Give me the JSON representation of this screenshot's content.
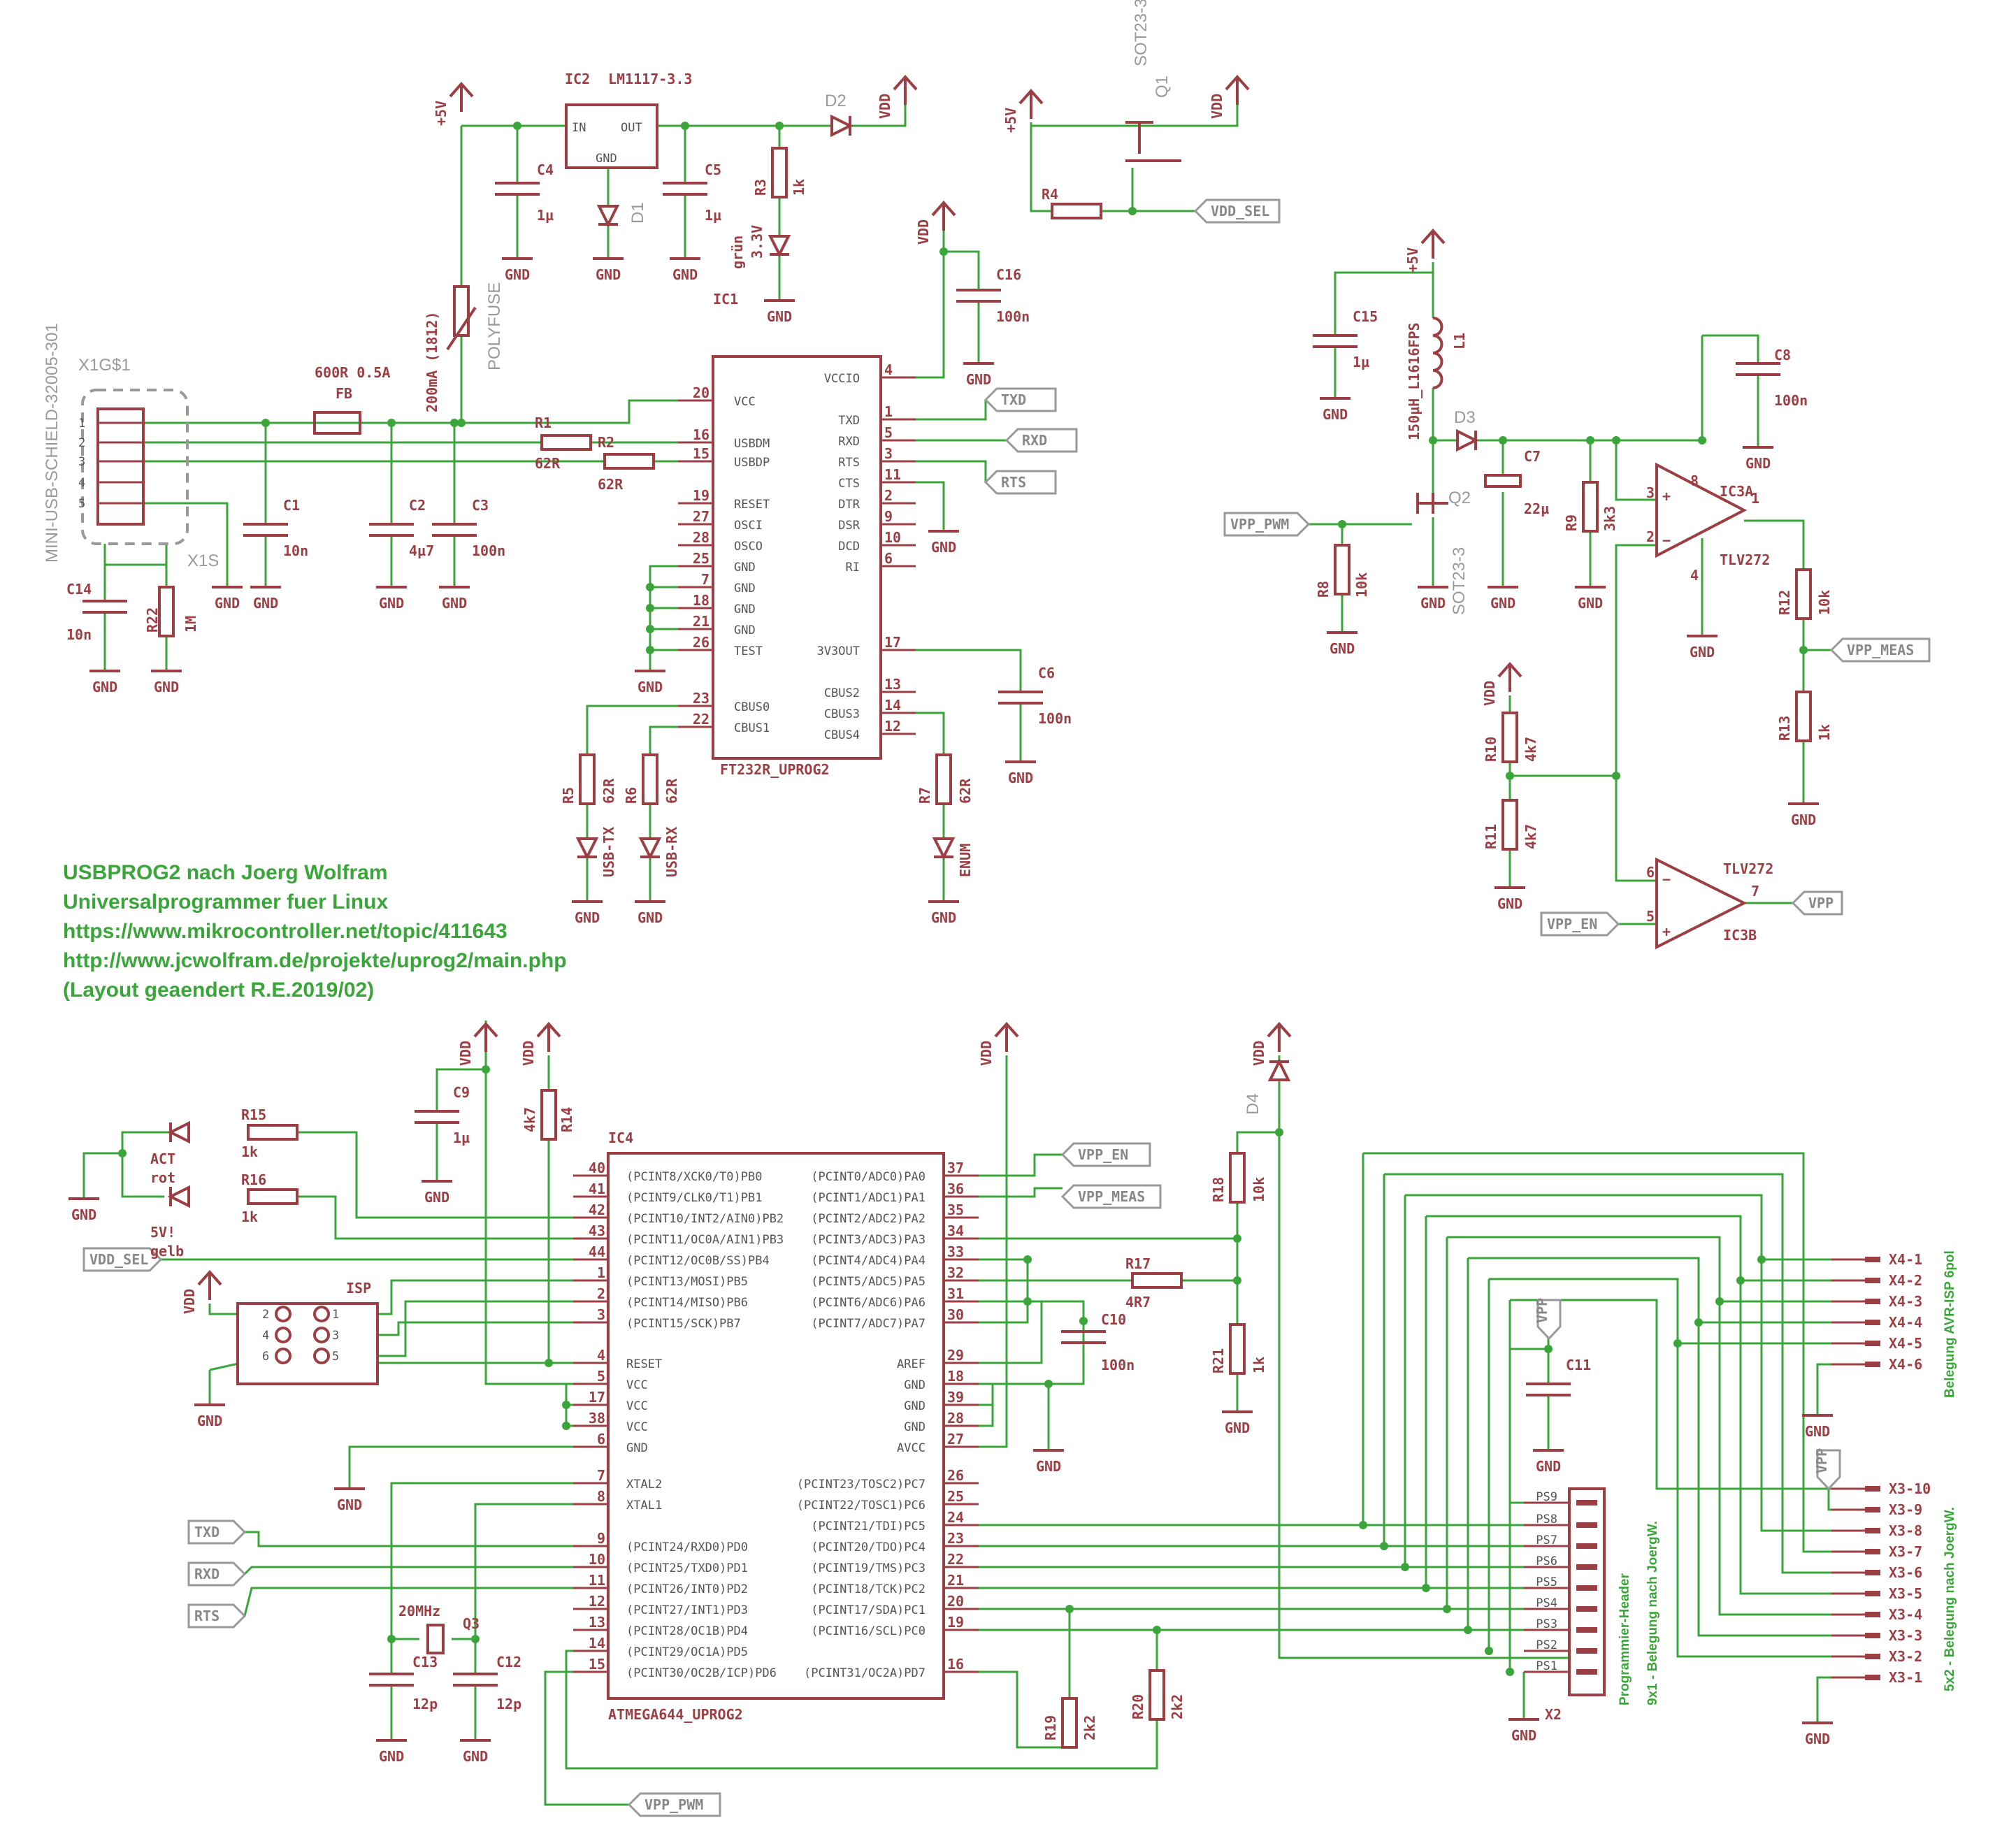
{
  "notes": {
    "line1": "USBPROG2 nach Joerg Wolfram",
    "line2": "Universalprogrammer fuer Linux",
    "line3": "https://www.mikrocontroller.net/topic/411643",
    "line4": "http://www.jcwolfram.de/projekte/uprog2/main.php",
    "line5": "(Layout geaendert R.E.2019/02)"
  },
  "usb": {
    "name": "MINI-USB-SCHIELD-32005-301",
    "ref": "X1G$1",
    "shield": "X1S",
    "pins": [
      "1",
      "2",
      "3",
      "4",
      "5"
    ]
  },
  "ics": {
    "ic1": {
      "ref": "IC1",
      "part": "FT232R_UPROG2",
      "left_pins": [
        [
          "20",
          "VCC"
        ],
        [
          "16",
          "USBDM"
        ],
        [
          "15",
          "USBDP"
        ],
        [
          "19",
          "RESET"
        ],
        [
          "27",
          "OSCI"
        ],
        [
          "28",
          "OSCO"
        ],
        [
          "25",
          "GND"
        ],
        [
          "7",
          "GND"
        ],
        [
          "18",
          "GND"
        ],
        [
          "21",
          "GND"
        ],
        [
          "26",
          "TEST"
        ],
        [
          "23",
          "CBUS0"
        ],
        [
          "22",
          "CBUS1"
        ]
      ],
      "right_pins": [
        [
          "4",
          "VCCIO"
        ],
        [
          "1",
          "TXD"
        ],
        [
          "5",
          "RXD"
        ],
        [
          "3",
          "RTS"
        ],
        [
          "11",
          "CTS"
        ],
        [
          "2",
          "DTR"
        ],
        [
          "9",
          "DSR"
        ],
        [
          "10",
          "DCD"
        ],
        [
          "6",
          "RI"
        ],
        [
          "17",
          "3V3OUT"
        ],
        [
          "13",
          "CBUS2"
        ],
        [
          "14",
          "CBUS3"
        ],
        [
          "12",
          "CBUS4"
        ]
      ]
    },
    "ic2": {
      "ref": "IC2",
      "part": "LM1117-3.3",
      "in": "IN",
      "out": "OUT",
      "gnd": "GND"
    },
    "ic3a": {
      "ref": "IC3A",
      "part": "TLV272",
      "pins": [
        "3",
        "2",
        "1",
        "8",
        "4"
      ]
    },
    "ic3b": {
      "ref": "IC3B",
      "part": "TLV272",
      "pins": [
        "6",
        "5",
        "7"
      ]
    },
    "ic4": {
      "ref": "IC4",
      "part": "ATMEGA644_UPROG2",
      "left_pins": [
        [
          "40",
          "(PCINT8/XCK0/T0)PB0"
        ],
        [
          "41",
          "(PCINT9/CLK0/T1)PB1"
        ],
        [
          "42",
          "(PCINT10/INT2/AIN0)PB2"
        ],
        [
          "43",
          "(PCINT11/OC0A/AIN1)PB3"
        ],
        [
          "44",
          "(PCINT12/OC0B/SS)PB4"
        ],
        [
          "1",
          "(PCINT13/MOSI)PB5"
        ],
        [
          "2",
          "(PCINT14/MISO)PB6"
        ],
        [
          "3",
          "(PCINT15/SCK)PB7"
        ],
        [
          "4",
          "RESET"
        ],
        [
          "5",
          "VCC"
        ],
        [
          "17",
          "VCC"
        ],
        [
          "38",
          "VCC"
        ],
        [
          "6",
          "GND"
        ],
        [
          "7",
          "XTAL2"
        ],
        [
          "8",
          "XTAL1"
        ],
        [
          "9",
          "(PCINT24/RXD0)PD0"
        ],
        [
          "10",
          "(PCINT25/TXD0)PD1"
        ],
        [
          "11",
          "(PCINT26/INT0)PD2"
        ],
        [
          "12",
          "(PCINT27/INT1)PD3"
        ],
        [
          "13",
          "(PCINT28/OC1B)PD4"
        ],
        [
          "14",
          "(PCINT29/OC1A)PD5"
        ],
        [
          "15",
          "(PCINT30/OC2B/ICP)PD6"
        ]
      ],
      "right_pins": [
        [
          "37",
          "(PCINT0/ADC0)PA0"
        ],
        [
          "36",
          "(PCINT1/ADC1)PA1"
        ],
        [
          "35",
          "(PCINT2/ADC2)PA2"
        ],
        [
          "34",
          "(PCINT3/ADC3)PA3"
        ],
        [
          "33",
          "(PCINT4/ADC4)PA4"
        ],
        [
          "32",
          "(PCINT5/ADC5)PA5"
        ],
        [
          "31",
          "(PCINT6/ADC6)PA6"
        ],
        [
          "30",
          "(PCINT7/ADC7)PA7"
        ],
        [
          "29",
          "AREF"
        ],
        [
          "18",
          "GND"
        ],
        [
          "39",
          "GND"
        ],
        [
          "28",
          "GND"
        ],
        [
          "27",
          "AVCC"
        ],
        [
          "26",
          "(PCINT23/TOSC2)PC7"
        ],
        [
          "25",
          "(PCINT22/TOSC1)PC6"
        ],
        [
          "24",
          "(PCINT21/TDI)PC5"
        ],
        [
          "23",
          "(PCINT20/TDO)PC4"
        ],
        [
          "22",
          "(PCINT19/TMS)PC3"
        ],
        [
          "21",
          "(PCINT18/TCK)PC2"
        ],
        [
          "20",
          "(PCINT17/SDA)PC1"
        ],
        [
          "19",
          "(PCINT16/SCL)PC0"
        ],
        [
          "16",
          "(PCINT31/OC2A)PD7"
        ]
      ]
    }
  },
  "parts": {
    "c1": [
      "C1",
      "10n"
    ],
    "c2": [
      "C2",
      "4µ7"
    ],
    "c3": [
      "C3",
      "100n"
    ],
    "c4": [
      "C4",
      "1µ"
    ],
    "c5": [
      "C5",
      "1µ"
    ],
    "c6": [
      "C6",
      "100n"
    ],
    "c7": [
      "C7",
      "22µ"
    ],
    "c8": [
      "C8",
      "100n"
    ],
    "c9": [
      "C9",
      "1µ"
    ],
    "c10": [
      "C10",
      "100n"
    ],
    "c11": [
      "C11",
      ""
    ],
    "c12": [
      "C12",
      "12p"
    ],
    "c13": [
      "C13",
      "12p"
    ],
    "c14": [
      "C14",
      "10n"
    ],
    "c15": [
      "C15",
      "1µ"
    ],
    "c16": [
      "C16",
      "100n"
    ],
    "r1": [
      "R1",
      "62R"
    ],
    "r2": [
      "R2",
      "62R"
    ],
    "r3": [
      "R3",
      "1k"
    ],
    "r4": [
      "R4",
      ""
    ],
    "r5": [
      "R5",
      "62R"
    ],
    "r6": [
      "R6",
      "62R"
    ],
    "r7": [
      "R7",
      "62R"
    ],
    "r8": [
      "R8",
      "10k"
    ],
    "r9": [
      "R9",
      "3k3"
    ],
    "r10": [
      "R10",
      "4k7"
    ],
    "r11": [
      "R11",
      "4k7"
    ],
    "r12": [
      "R12",
      "10k"
    ],
    "r13": [
      "R13",
      "1k"
    ],
    "r14": [
      "R14",
      "4k7"
    ],
    "r15": [
      "R15",
      "1k"
    ],
    "r16": [
      "R16",
      "1k"
    ],
    "r17": [
      "R17",
      "4R7"
    ],
    "r18": [
      "R18",
      "10k"
    ],
    "r19": [
      "R19",
      "2k2"
    ],
    "r20": [
      "R20",
      "2k2"
    ],
    "r21": [
      "R21",
      "1k"
    ],
    "r22": [
      "R22",
      "1M"
    ],
    "fb": [
      "600R 0.5A",
      "FB"
    ],
    "polyfuse": [
      "200mA (1812)",
      "POLYFUSE"
    ],
    "l1": [
      "L1",
      "150µH_L1616FPS"
    ],
    "d1": "D1",
    "d2": "D2",
    "d3": "D3",
    "d4": "D4",
    "q1": [
      "Q1",
      "SOT23-3"
    ],
    "q2": [
      "Q2",
      "SOT23-3"
    ],
    "q3": [
      "Q3",
      "20MHz"
    ],
    "led_grn": [
      "grün",
      "3.3V"
    ],
    "led_tx": "USB-TX",
    "led_rx": "USB-RX",
    "led_enum": "ENUM",
    "led_act": [
      "ACT",
      "rot"
    ],
    "led_5v": [
      "5V!",
      "gelb"
    ],
    "isp": "ISP",
    "isp_pins": [
      "2",
      "1",
      "4",
      "3",
      "6",
      "5"
    ]
  },
  "supplies": {
    "vdd": "VDD",
    "v5": "+5V",
    "gnd": "GND",
    "vpp": "VPP"
  },
  "nets": {
    "vdd_sel": "VDD_SEL",
    "txd": "TXD",
    "rxd": "RXD",
    "rts": "RTS",
    "vpp_pwm": "VPP_PWM",
    "vpp_meas": "VPP_MEAS",
    "vpp_en": "VPP_EN",
    "vpp": "VPP"
  },
  "x4": {
    "pins": [
      "X4-1",
      "X4-2",
      "X4-3",
      "X4-4",
      "X4-5",
      "X4-6"
    ],
    "caption": "Belegung AVR-ISP 6pol"
  },
  "x3": {
    "pins": [
      "X3-10",
      "X3-9",
      "X3-8",
      "X3-7",
      "X3-6",
      "X3-5",
      "X3-4",
      "X3-3",
      "X3-2",
      "X3-1"
    ],
    "caption": "5x2 - Belegung nach JoergW."
  },
  "x2": {
    "ref": "X2",
    "pins": [
      "PS9",
      "PS8",
      "PS7",
      "PS6",
      "PS5",
      "PS4",
      "PS3",
      "PS2",
      "PS1"
    ],
    "caption1": "Programmier-Header",
    "caption2": "9x1 - Belegung nach JoergW."
  }
}
